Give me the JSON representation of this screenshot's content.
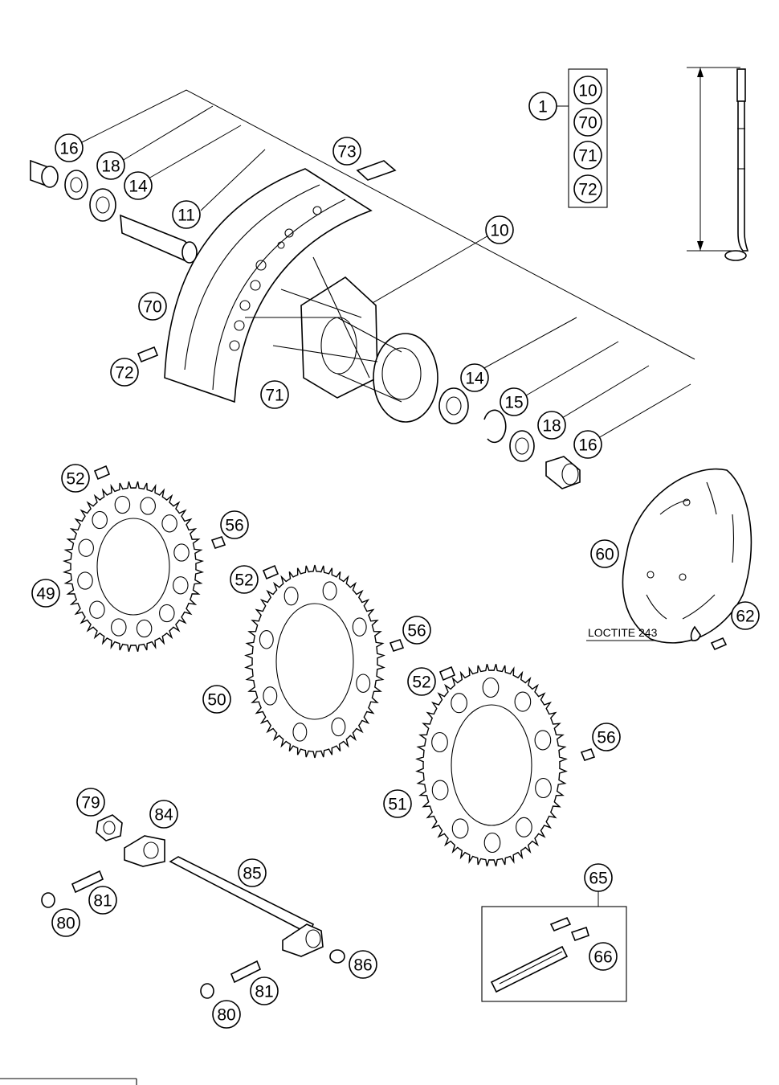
{
  "callouts": [
    {
      "id": "c1",
      "label": "1"
    },
    {
      "id": "c10a",
      "label": "10"
    },
    {
      "id": "c70a",
      "label": "70"
    },
    {
      "id": "c71a",
      "label": "71"
    },
    {
      "id": "c72a",
      "label": "72"
    },
    {
      "id": "c16a",
      "label": "16"
    },
    {
      "id": "c18a",
      "label": "18"
    },
    {
      "id": "c14a",
      "label": "14"
    },
    {
      "id": "c11",
      "label": "11"
    },
    {
      "id": "c73",
      "label": "73"
    },
    {
      "id": "c10b",
      "label": "10"
    },
    {
      "id": "c70b",
      "label": "70"
    },
    {
      "id": "c72b",
      "label": "72"
    },
    {
      "id": "c71b",
      "label": "71"
    },
    {
      "id": "c14b",
      "label": "14"
    },
    {
      "id": "c15",
      "label": "15"
    },
    {
      "id": "c18b",
      "label": "18"
    },
    {
      "id": "c16b",
      "label": "16"
    },
    {
      "id": "c52a",
      "label": "52"
    },
    {
      "id": "c56a",
      "label": "56"
    },
    {
      "id": "c49",
      "label": "49"
    },
    {
      "id": "c52b",
      "label": "52"
    },
    {
      "id": "c56b",
      "label": "56"
    },
    {
      "id": "c50",
      "label": "50"
    },
    {
      "id": "c52c",
      "label": "52"
    },
    {
      "id": "c56c",
      "label": "56"
    },
    {
      "id": "c51",
      "label": "51"
    },
    {
      "id": "c60",
      "label": "60"
    },
    {
      "id": "c62",
      "label": "62"
    },
    {
      "id": "c79",
      "label": "79"
    },
    {
      "id": "c84",
      "label": "84"
    },
    {
      "id": "c85",
      "label": "85"
    },
    {
      "id": "c81a",
      "label": "81"
    },
    {
      "id": "c80a",
      "label": "80"
    },
    {
      "id": "c86",
      "label": "86"
    },
    {
      "id": "c81b",
      "label": "81"
    },
    {
      "id": "c80b",
      "label": "80"
    },
    {
      "id": "c65",
      "label": "65"
    },
    {
      "id": "c66",
      "label": "66"
    }
  ],
  "notes": {
    "loctite": "LOCTITE 243"
  }
}
